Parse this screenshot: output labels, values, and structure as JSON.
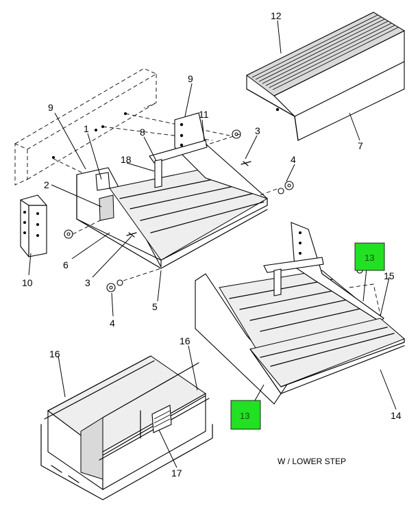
{
  "labels": {
    "l1": "1",
    "l2": "2",
    "l3a": "3",
    "l3b": "3",
    "l4a": "4",
    "l4b": "4",
    "l5": "5",
    "l6": "6",
    "l7": "7",
    "l8": "8",
    "l9a": "9",
    "l9b": "9",
    "l10": "10",
    "l11": "11",
    "l12": "12",
    "l14": "14",
    "l15": "15",
    "l16a": "16",
    "l16b": "16",
    "l17": "17",
    "l18": "18"
  },
  "callouts": {
    "c13a": "13",
    "c13b": "13"
  },
  "note": "W / LOWER STEP",
  "colors": {
    "callout": "#22e022"
  }
}
